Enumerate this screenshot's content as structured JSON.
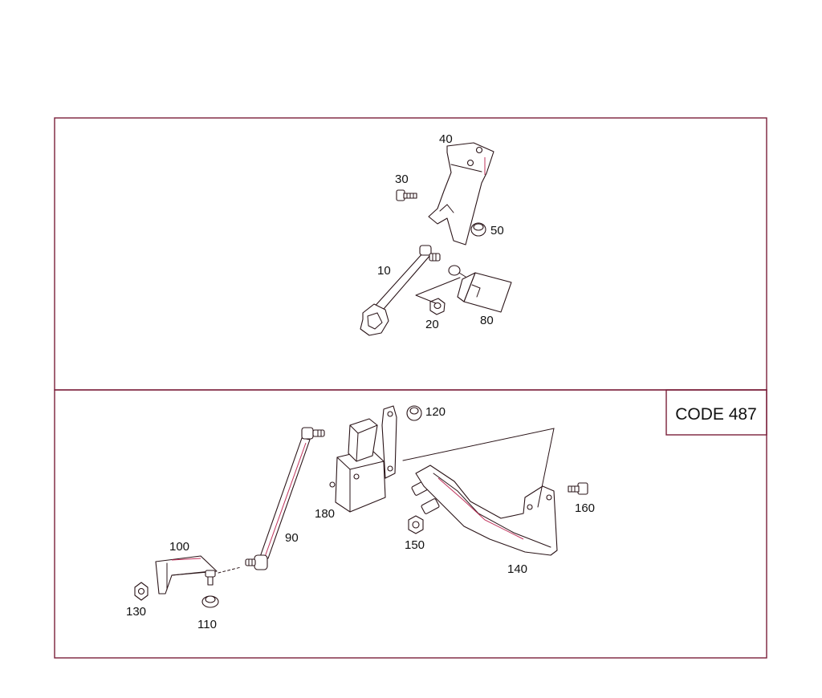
{
  "code_box": {
    "text": "CODE 487"
  },
  "top_section": {
    "labels": {
      "p40": "40",
      "p30": "30",
      "p50": "50",
      "p10": "10",
      "p20": "20",
      "p80": "80"
    }
  },
  "bottom_section": {
    "labels": {
      "p120": "120",
      "p180": "180",
      "p90": "90",
      "p100": "100",
      "p130": "130",
      "p110": "110",
      "p150": "150",
      "p160": "160",
      "p140": "140"
    }
  },
  "colors": {
    "frame": "#7a1f3a",
    "line": "#2a1418",
    "accent": "#c0305a"
  }
}
